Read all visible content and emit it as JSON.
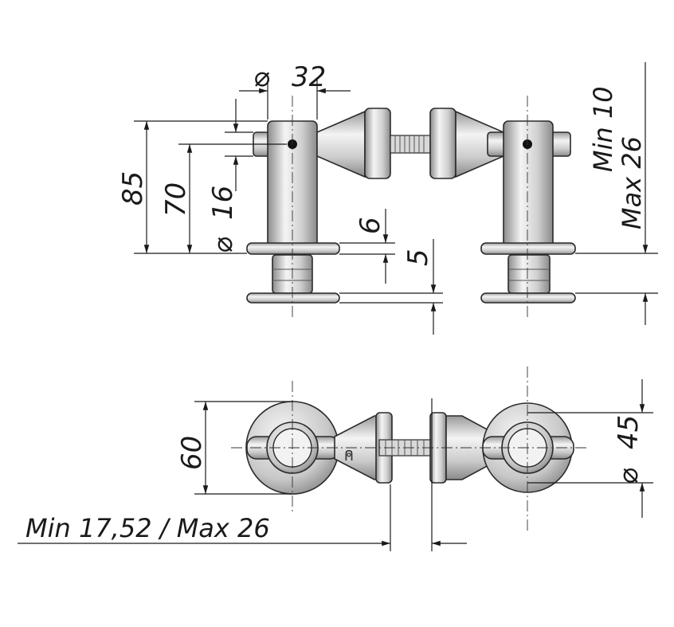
{
  "dimensions": {
    "diameter_32": "32",
    "height_85": "85",
    "height_70": "70",
    "diameter_16": "16",
    "thickness_6": "6",
    "thickness_5": "5",
    "gap_min": "Min 10",
    "gap_max": "Max 26",
    "width_60": "60",
    "diameter_45": "45",
    "span_range": "Min 17,52 / Max 26"
  },
  "symbols": {
    "diameter": "⌀"
  },
  "colors": {
    "line": "#1a1a1a",
    "metal_light": "#f2f2f2",
    "metal_mid": "#cfcfcf",
    "metal_dark": "#8c8c8c"
  }
}
